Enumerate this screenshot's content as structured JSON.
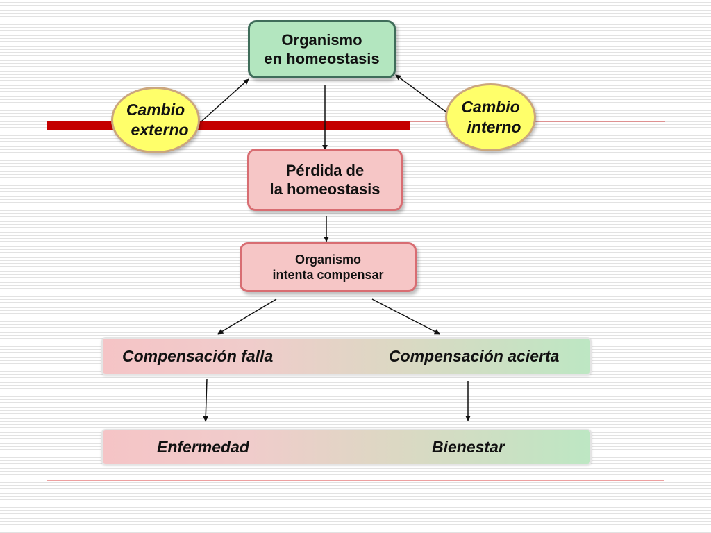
{
  "nodes": {
    "organism": {
      "line1": "Organismo",
      "line2": "en homeostasis"
    },
    "external_change": {
      "line1": "Cambio",
      "line2": "externo"
    },
    "internal_change": {
      "line1": "Cambio",
      "line2": "interno"
    },
    "loss": {
      "line1": "Pérdida de",
      "line2": "la homeostasis"
    },
    "compensate": {
      "line1": "Organismo",
      "line2": "intenta compensar"
    }
  },
  "outcomes": {
    "fail": "Compensación falla",
    "success": "Compensación acierta",
    "illness": "Enfermedad",
    "wellbeing": "Bienestar"
  },
  "colors": {
    "green_box": "#b3e6bf",
    "pink_box": "#f6c6c6",
    "oval_fill": "#ffff6a",
    "red_rule": "#c40000"
  }
}
